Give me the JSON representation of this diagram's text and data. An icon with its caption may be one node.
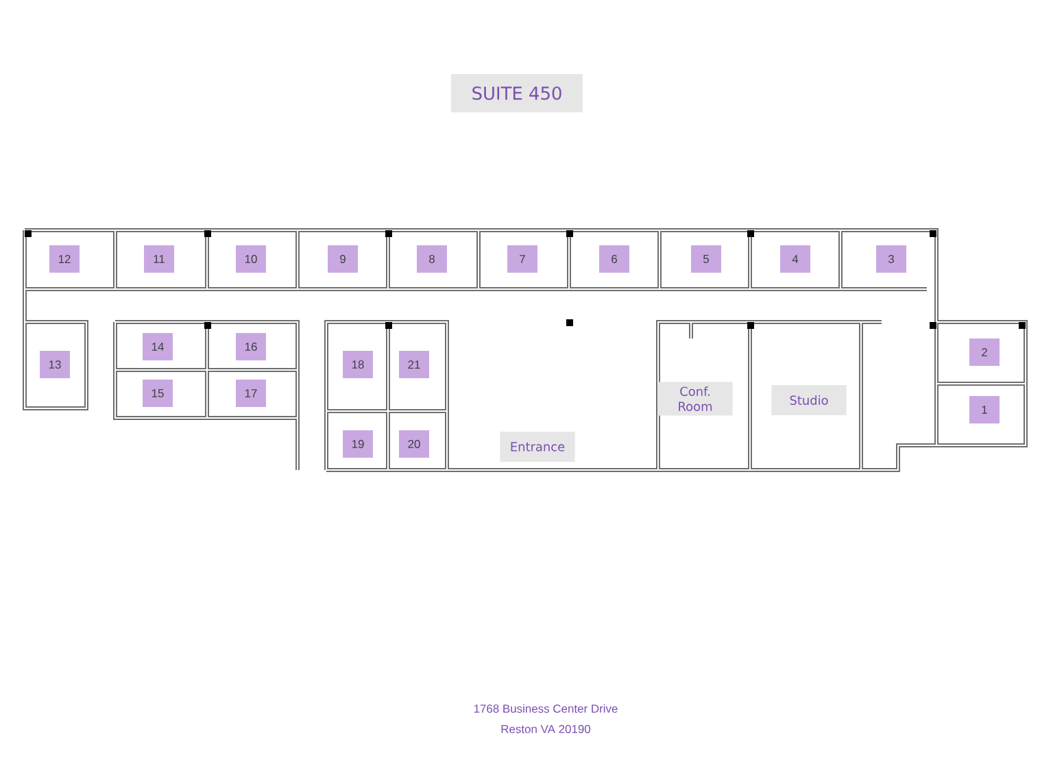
{
  "diagram": {
    "title": "SUITE 450",
    "nodes": [
      {
        "text": [
          "12"
        ]
      },
      {
        "text": [
          "11"
        ]
      },
      {
        "text": [
          "10"
        ]
      },
      {
        "text": [
          "9"
        ]
      },
      {
        "text": [
          "8"
        ]
      },
      {
        "text": [
          "7"
        ]
      },
      {
        "text": [
          "6"
        ]
      },
      {
        "text": [
          "5"
        ]
      },
      {
        "text": [
          "4"
        ]
      },
      {
        "text": [
          "3"
        ]
      },
      {
        "text": [
          "2"
        ]
      },
      {
        "text": [
          "14"
        ]
      },
      {
        "text": [
          "16"
        ]
      },
      {
        "text": [
          "13"
        ]
      },
      {
        "text": [
          "18"
        ]
      },
      {
        "text": [
          "21"
        ]
      },
      {
        "text": [
          "15"
        ]
      },
      {
        "text": [
          "17"
        ]
      },
      {
        "text": [
          "Conf. Room"
        ]
      },
      {
        "text": [
          "Studio"
        ]
      },
      {
        "text": [
          "1"
        ]
      },
      {
        "text": [
          "19"
        ]
      },
      {
        "text": [
          "20"
        ]
      },
      {
        "text": [
          "Entrance"
        ]
      }
    ],
    "labels": [
      "1768 Business Center Drive",
      "Reston VA 20190"
    ]
  }
}
